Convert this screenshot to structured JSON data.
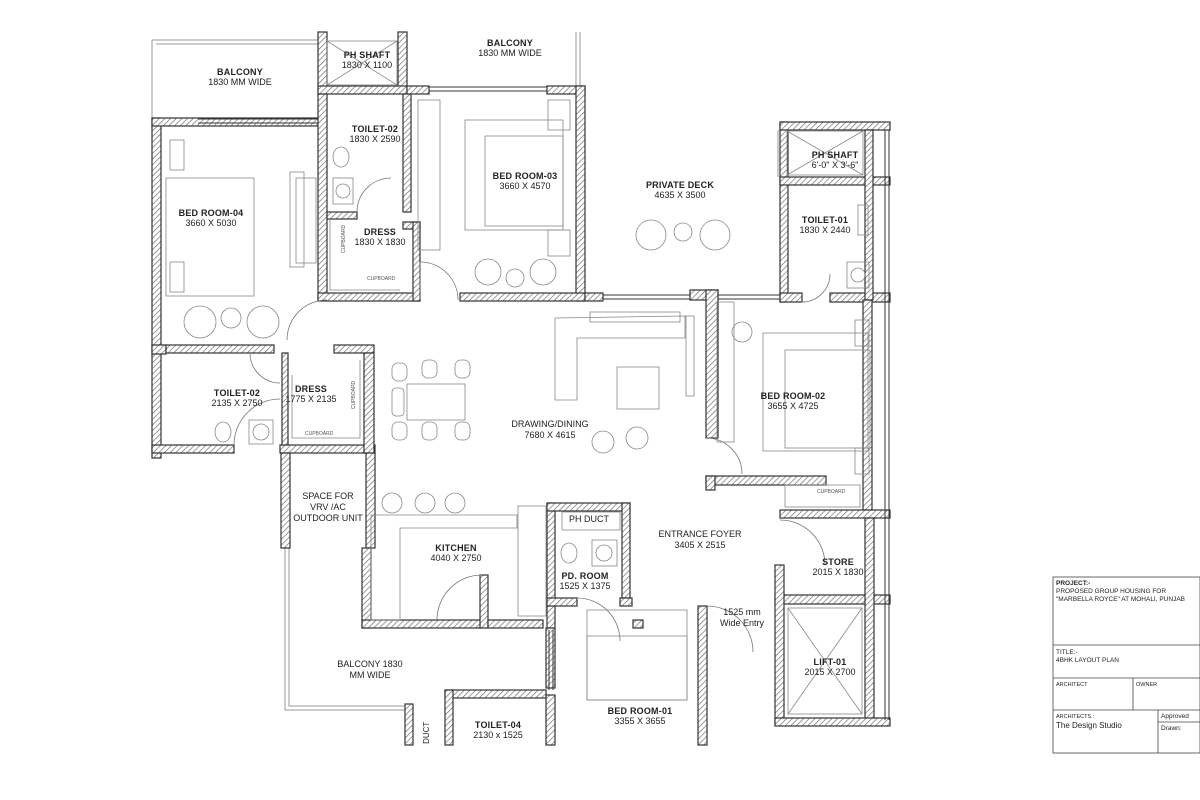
{
  "rooms": {
    "balcony_left": {
      "name": "BALCONY",
      "dim": "1830 MM WIDE"
    },
    "ph_shaft_top": {
      "name": "PH SHAFT",
      "dim": "1830 X 1100"
    },
    "balcony_top": {
      "name": "BALCONY",
      "dim": "1830 MM WIDE"
    },
    "toilet_02_upper": {
      "name": "TOILET-02",
      "dim": "1830 X 2590"
    },
    "bed_room_03": {
      "name": "BED ROOM-03",
      "dim": "3660 X 4570"
    },
    "bed_room_04": {
      "name": "BED ROOM-04",
      "dim": "3660 X 5030"
    },
    "dress_upper": {
      "name": "DRESS",
      "dim": "1830 X 1830"
    },
    "private_deck": {
      "name": "PRIVATE DECK",
      "dim": "4635 X 3500"
    },
    "ph_shaft_right": {
      "name": "PH SHAFT",
      "dim": "6'-0\" X 3'-6\""
    },
    "toilet_01": {
      "name": "TOILET-01",
      "dim": "1830 X 2440"
    },
    "toilet_02_lower": {
      "name": "TOILET-02",
      "dim": "2135 X 2750"
    },
    "dress_lower": {
      "name": "DRESS",
      "dim": "1775 X 2135"
    },
    "bed_room_02": {
      "name": "BED ROOM-02",
      "dim": "3655 X 4725"
    },
    "drawing_dining": {
      "name": "DRAWING/DINING",
      "dim": "7680 X 4615"
    },
    "vrv_space": {
      "lines": [
        "SPACE FOR",
        "VRV /AC",
        "OUTDOOR UNIT"
      ]
    },
    "ph_duct": {
      "name": "PH DUCT"
    },
    "entrance_foyer": {
      "name": "ENTRANCE  FOYER",
      "dim": "3405 X 2515"
    },
    "kitchen": {
      "name": "KITCHEN",
      "dim": "4040 X 2750"
    },
    "store": {
      "name": "STORE",
      "dim": "2015 X 1830"
    },
    "pd_room": {
      "name": "PD. ROOM",
      "dim": "1525 X 1375"
    },
    "entry_note": {
      "lines": [
        "1525 mm",
        "Wide Entry"
      ]
    },
    "lift_01": {
      "name": "LIFT-01",
      "dim": "2015 X 2700"
    },
    "balcony_bottom": {
      "lines": [
        "BALCONY 1830",
        "MM WIDE"
      ]
    },
    "bed_room_01": {
      "name": "BED ROOM-01",
      "dim": "3355 X 3655"
    },
    "toilet_04": {
      "name": "TOILET-04",
      "dim": "2130 x 1525"
    },
    "duct": {
      "name": "DUCT"
    }
  },
  "furniture_tags": {
    "cupboard_1": "CUPBOARD",
    "cupboard_2": "CUPBOARD",
    "cupboard_3": "CUPBOARD",
    "cupboard_4": "CUPBOARD",
    "cupboard_5": "CUPBOARD"
  },
  "title_block": {
    "project_label": "PROJECT:-",
    "project_line1": "PROPOSED GROUP HOUSING FOR",
    "project_line2": "\"MARBELLA ROYCE\" AT MOHALI, PUNJAB",
    "title_label": "TITLE:-",
    "title_value": "4BHK  LAYOUT PLAN",
    "architect_label": "ARCHITECT",
    "owner_label": "OWNER",
    "architects_label": "ARCHITECTS :",
    "studio_name": "The Design Studio",
    "approved_label": "Approved",
    "drawn_label": "Drawn:"
  }
}
